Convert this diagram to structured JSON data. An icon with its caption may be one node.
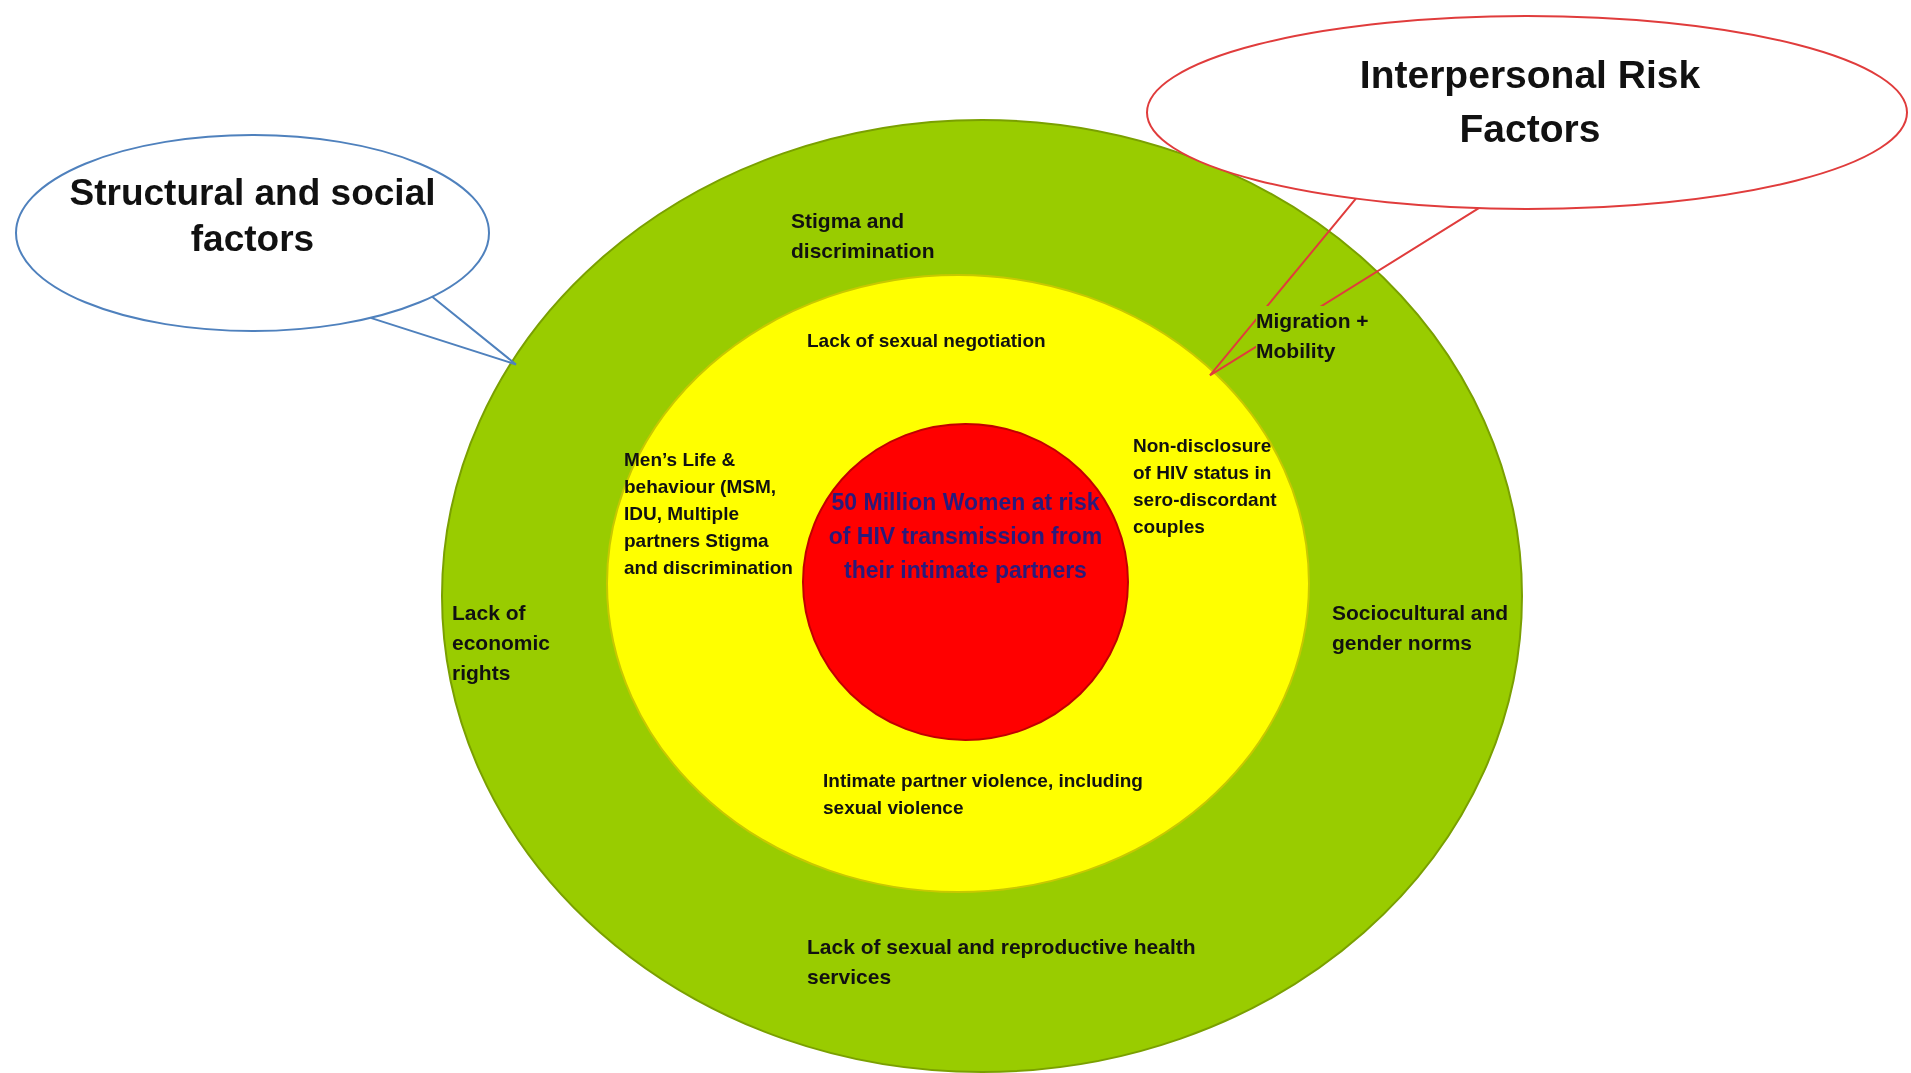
{
  "diagram": {
    "nodes": [
      {
        "text": [
          "Structural and social factors"
        ]
      },
      {
        "text": [
          "Interpersonal Risk Factors"
        ]
      },
      {
        "text": [
          "Stigma and discrimination",
          "Migration + Mobility",
          "Lack of economic rights",
          "Sociocultural and gender norms",
          "Lack of sexual and reproductive health services"
        ]
      },
      {
        "text": [
          "Lack of sexual negotiation",
          "Men’s Life & behaviour (MSM, IDU, Multiple partners Stigma and discrimination",
          "Non-disclosure of HIV status in sero-discordant couples",
          "Intimate partner violence, including sexual violence"
        ],
        "in": 2
      },
      {
        "text": [
          "50 Million Women at risk of HIV transmission from their intimate partners"
        ],
        "in": 3
      }
    ],
    "edges": [
      {
        "from": 0,
        "to": 2,
        "arrow": "none",
        "color": "#4f81bd"
      },
      {
        "from": 1,
        "to": 3,
        "arrow": "none",
        "color": "#e03c3c"
      }
    ]
  }
}
